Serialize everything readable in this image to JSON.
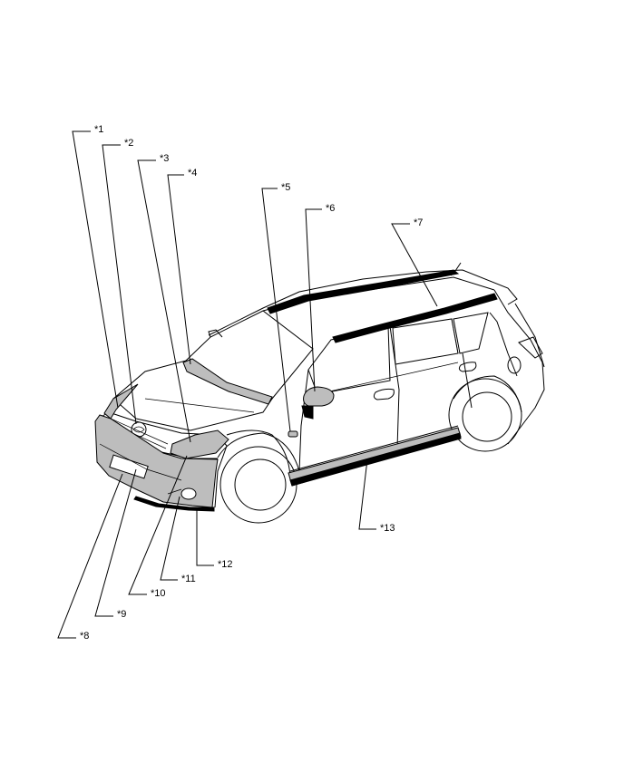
{
  "callouts": [
    {
      "id": "c1",
      "label": "*1"
    },
    {
      "id": "c2",
      "label": "*2"
    },
    {
      "id": "c3",
      "label": "*3"
    },
    {
      "id": "c4",
      "label": "*4"
    },
    {
      "id": "c5",
      "label": "*5"
    },
    {
      "id": "c6",
      "label": "*6"
    },
    {
      "id": "c7",
      "label": "*7"
    },
    {
      "id": "c8",
      "label": "*8"
    },
    {
      "id": "c9",
      "label": "*9"
    },
    {
      "id": "c10",
      "label": "*10"
    },
    {
      "id": "c11",
      "label": "*11"
    },
    {
      "id": "c12",
      "label": "*12"
    },
    {
      "id": "c13",
      "label": "*13"
    }
  ]
}
